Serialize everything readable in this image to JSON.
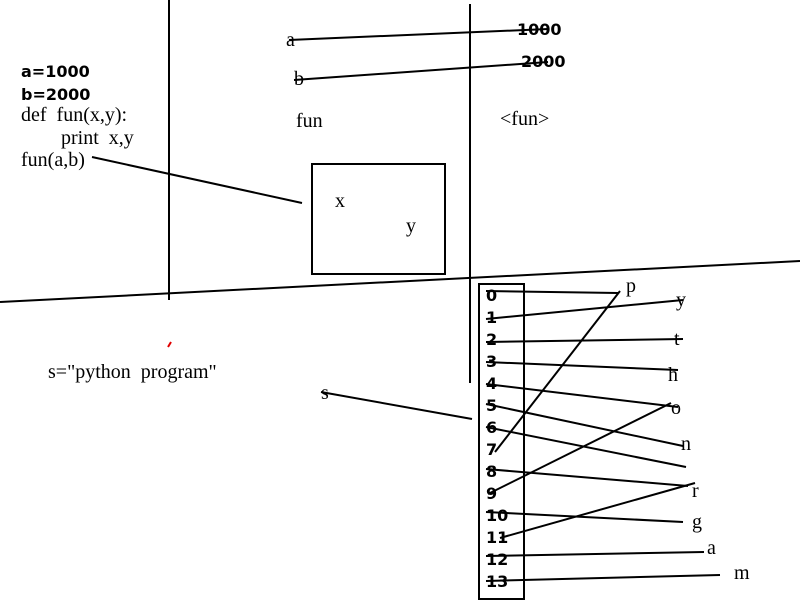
{
  "code": {
    "line1": "a=1000",
    "line2": "b=2000",
    "line3": "def  fun(x,y):",
    "line4": "print  x,y",
    "line5": "fun(a,b)"
  },
  "namespace": {
    "name_a": "a",
    "name_b": "b",
    "name_fun": "fun",
    "value_a": "1000",
    "value_b": "2000",
    "value_fun": "<fun>"
  },
  "frame": {
    "param_x": "x",
    "param_y": "y"
  },
  "string_example": {
    "assignment": "s=\"python  program\"",
    "var_name": "s",
    "indices": [
      "0",
      "1",
      "2",
      "3",
      "4",
      "5",
      "6",
      "7",
      "8",
      "9",
      "10",
      "11",
      "12",
      "13"
    ],
    "chars": [
      "p",
      "y",
      "t",
      "h",
      "o",
      "n",
      "r",
      "g",
      "a",
      "m"
    ]
  }
}
